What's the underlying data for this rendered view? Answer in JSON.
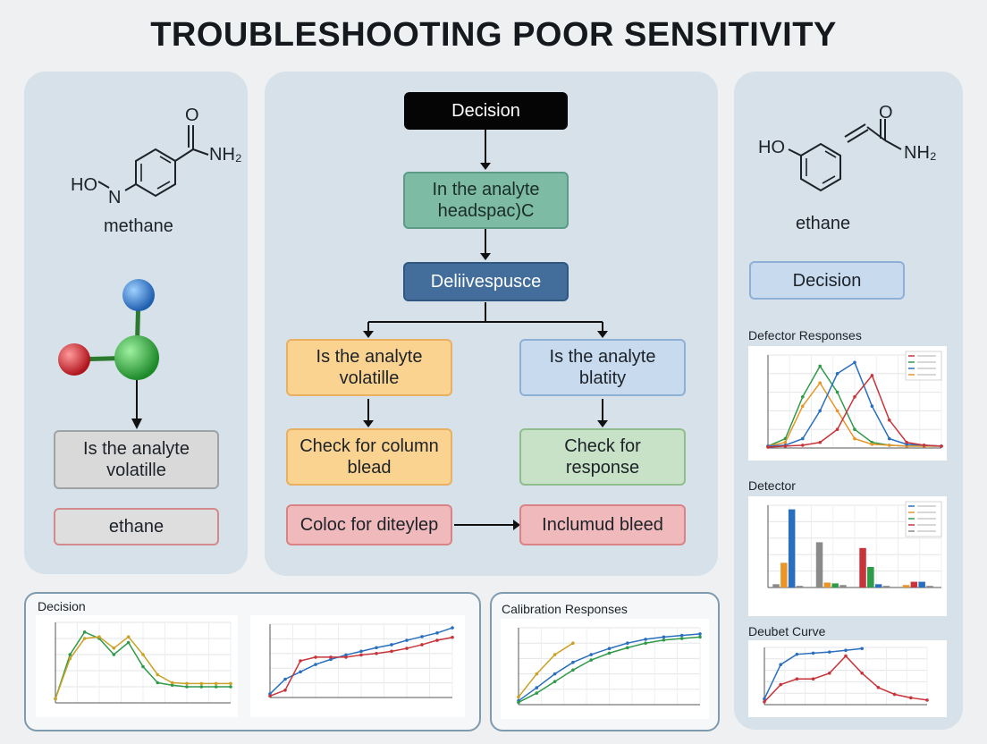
{
  "title": "TROUBLESHOOTING POOR SENSITIVITY",
  "left_panel": {
    "molecule_label": "methane",
    "mol_oh": "HO",
    "mol_n": "N",
    "mol_o": "O",
    "mol_nh2": "NH₂",
    "box1": "Is the analyte volatille",
    "box2": "ethane"
  },
  "center_panel": {
    "top": "Decision",
    "step2": "In the analyte headspac)C",
    "step3": "Deliivespusce",
    "left_q": "Is the analyte volatille",
    "right_q": "Is the analyte blatity",
    "left_check": "Check for column blead",
    "right_check": "Check for response",
    "left_final": "Coloc for diteylep",
    "right_final": "Inclumud bleed"
  },
  "right_panel": {
    "mol_ho": "HO",
    "mol_o": "O",
    "mol_nh2": "NH₂",
    "molecule_label": "ethane",
    "decision": "Decision",
    "chart1_title": "Defector Responses",
    "chart2_title": "Detector",
    "chart3_title": "Deubet Curve"
  },
  "bottom": {
    "left_title": "Decision",
    "right_title": "Calibration Responses"
  },
  "colors": {
    "blue": "#2a6fbf",
    "orange": "#e8962a",
    "green": "#2f9a48",
    "red": "#c8343a",
    "olive": "#c9a227",
    "grey": "#8a8a8a"
  },
  "chart_data": [
    {
      "id": "defector_responses",
      "type": "line",
      "title": "Defector Responses",
      "x": [
        0,
        2,
        4,
        6,
        8,
        10,
        12,
        14,
        16,
        18,
        20
      ],
      "series": [
        {
          "color": "green",
          "values": [
            2,
            10,
            55,
            88,
            60,
            20,
            6,
            3,
            2,
            2,
            2
          ]
        },
        {
          "color": "orange",
          "values": [
            2,
            6,
            45,
            70,
            40,
            10,
            4,
            3,
            2,
            2,
            2
          ]
        },
        {
          "color": "blue",
          "values": [
            2,
            3,
            10,
            40,
            80,
            92,
            45,
            10,
            4,
            3,
            2
          ]
        },
        {
          "color": "red",
          "values": [
            1,
            2,
            3,
            6,
            20,
            55,
            78,
            30,
            6,
            3,
            2
          ]
        }
      ],
      "ylim": [
        0,
        100
      ]
    },
    {
      "id": "detector",
      "type": "bar",
      "title": "Detector",
      "groups": [
        [
          [
            "grey",
            4
          ],
          [
            "orange",
            30
          ],
          [
            "blue",
            95
          ],
          [
            "grey",
            2
          ]
        ],
        [
          [
            "grey",
            55
          ],
          [
            "orange",
            6
          ],
          [
            "green",
            5
          ],
          [
            "grey",
            3
          ]
        ],
        [
          [
            "red",
            48
          ],
          [
            "green",
            25
          ],
          [
            "blue",
            4
          ],
          [
            "grey",
            2
          ]
        ],
        [
          [
            "orange",
            3
          ],
          [
            "red",
            7
          ],
          [
            "blue",
            7
          ],
          [
            "grey",
            2
          ]
        ]
      ],
      "ylim": [
        0,
        100
      ]
    },
    {
      "id": "deubet_curve",
      "type": "line",
      "title": "Deubet Curve",
      "x": [
        0,
        1,
        2,
        3,
        4,
        5,
        6,
        7,
        8,
        9,
        10
      ],
      "series": [
        {
          "color": "blue",
          "values": [
            10,
            70,
            88,
            90,
            92,
            95,
            98,
            null,
            null,
            null,
            null
          ]
        },
        {
          "color": "red",
          "values": [
            5,
            35,
            45,
            45,
            55,
            85,
            55,
            30,
            18,
            12,
            8
          ]
        }
      ],
      "ylim": [
        0,
        100
      ]
    },
    {
      "id": "decision_chart",
      "type": "line",
      "title": "Decision",
      "x": [
        0,
        1,
        2,
        3,
        4,
        5,
        6,
        7,
        8,
        9,
        10,
        11,
        12
      ],
      "series": [
        {
          "color": "green",
          "values": [
            5,
            60,
            88,
            80,
            60,
            75,
            45,
            25,
            22,
            20,
            20,
            20,
            20
          ]
        },
        {
          "color": "olive",
          "values": [
            5,
            55,
            80,
            82,
            68,
            82,
            60,
            35,
            25,
            24,
            24,
            24,
            24
          ]
        }
      ],
      "ylim": [
        0,
        100
      ]
    },
    {
      "id": "middle_bottom",
      "type": "line",
      "title": "",
      "x": [
        0,
        1,
        2,
        3,
        4,
        5,
        6,
        7,
        8,
        9,
        10,
        11,
        12
      ],
      "series": [
        {
          "color": "blue",
          "values": [
            5,
            25,
            35,
            45,
            52,
            58,
            63,
            68,
            72,
            78,
            83,
            88,
            95
          ]
        },
        {
          "color": "red",
          "values": [
            2,
            10,
            50,
            55,
            55,
            55,
            58,
            60,
            63,
            67,
            72,
            78,
            82
          ]
        }
      ],
      "ylim": [
        0,
        100
      ]
    },
    {
      "id": "calibration_responses",
      "type": "line",
      "title": "Calibration Responses",
      "x": [
        0,
        1,
        2,
        3,
        4,
        5,
        6,
        7,
        8,
        9,
        10
      ],
      "series": [
        {
          "color": "olive",
          "values": [
            10,
            40,
            65,
            80,
            null,
            null,
            null,
            null,
            null,
            null,
            null
          ]
        },
        {
          "color": "blue",
          "values": [
            5,
            22,
            40,
            55,
            65,
            73,
            80,
            85,
            88,
            90,
            92
          ]
        },
        {
          "color": "green",
          "values": [
            3,
            15,
            30,
            45,
            58,
            67,
            74,
            80,
            84,
            86,
            88
          ]
        }
      ],
      "ylim": [
        0,
        100
      ]
    }
  ]
}
